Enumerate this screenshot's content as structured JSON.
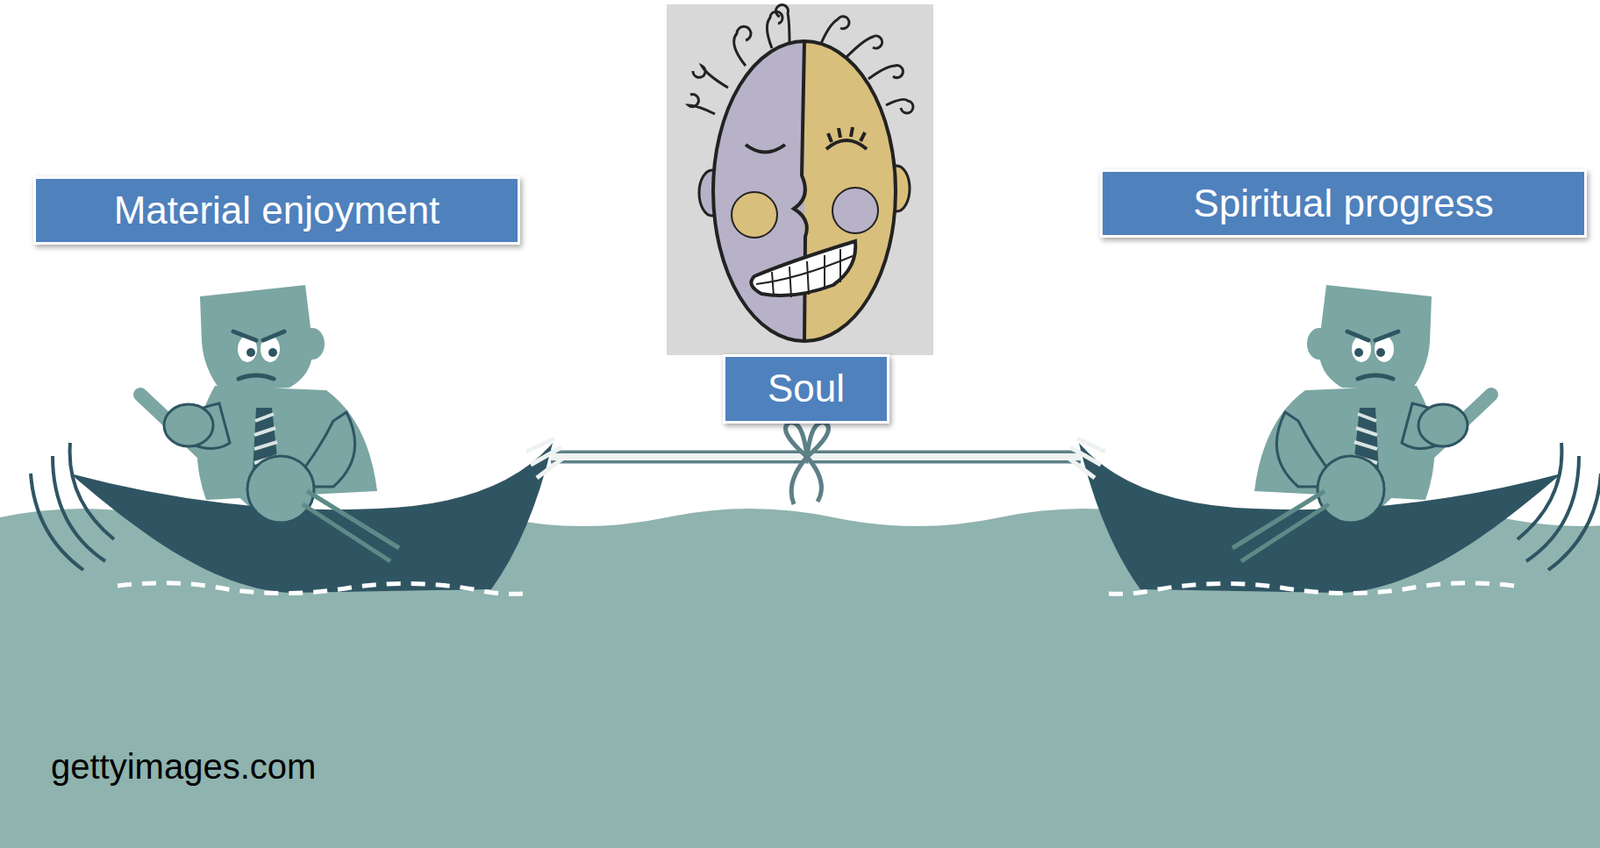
{
  "diagram": {
    "nodes": [
      {
        "text": [
          "Material enjoyment"
        ]
      },
      {
        "text": [
          "Spiritual progress"
        ]
      },
      {
        "text": [
          "Soul"
        ]
      }
    ],
    "labels": [
      "gettyimages.com"
    ]
  }
}
